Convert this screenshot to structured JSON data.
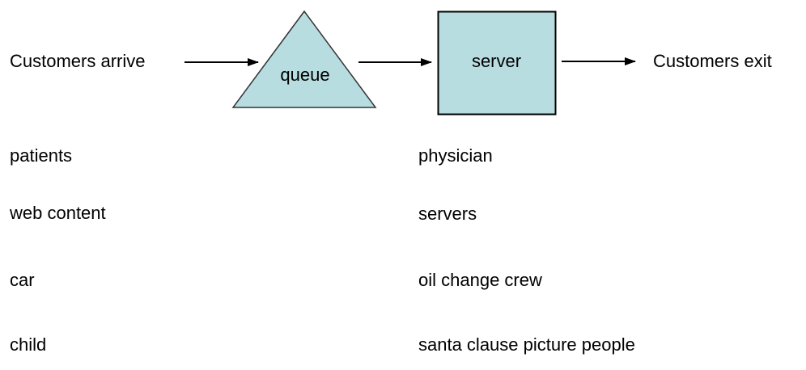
{
  "diagram": {
    "arrive_label": "Customers arrive",
    "queue_label": "queue",
    "server_label": "server",
    "exit_label": "Customers exit",
    "shape_fill": "#b7dde0",
    "shape_stroke": "#333333",
    "arrow_color": "#000000"
  },
  "examples": {
    "customer_items": [
      "patients",
      "web content",
      "car",
      "child"
    ],
    "server_items": [
      "physician",
      "servers",
      "oil change crew",
      "santa clause picture people"
    ]
  }
}
